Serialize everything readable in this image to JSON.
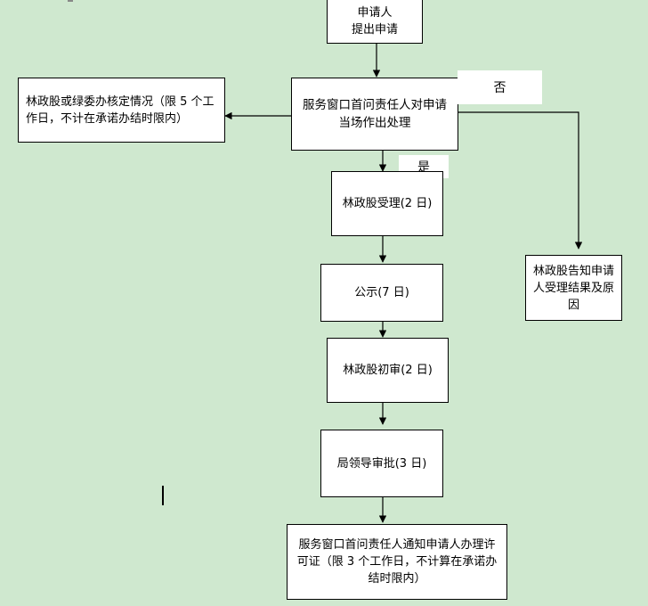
{
  "flowchart": {
    "applicant": "申请人\n提出申请",
    "window_handle": "服务窗口首问责任人对申请当场作出处理",
    "verify": "林政股或绿委办核定情况（限 5 个工作日，不计在承诺办结时限内）",
    "no_label": "否",
    "yes_label": "是",
    "accept": "林政股受理(2 日)",
    "publicity": "公示(7 日)",
    "initial_review": "林政股初审(2 日)",
    "bureau_approval": "局领导审批(3 日)",
    "notify_permit": "服务窗口首问责任人通知申请人办理许可证（限 3 个工作日，不计算在承诺办结时限内）",
    "reject_notice": "林政股告知申请人受理结果及原因"
  }
}
